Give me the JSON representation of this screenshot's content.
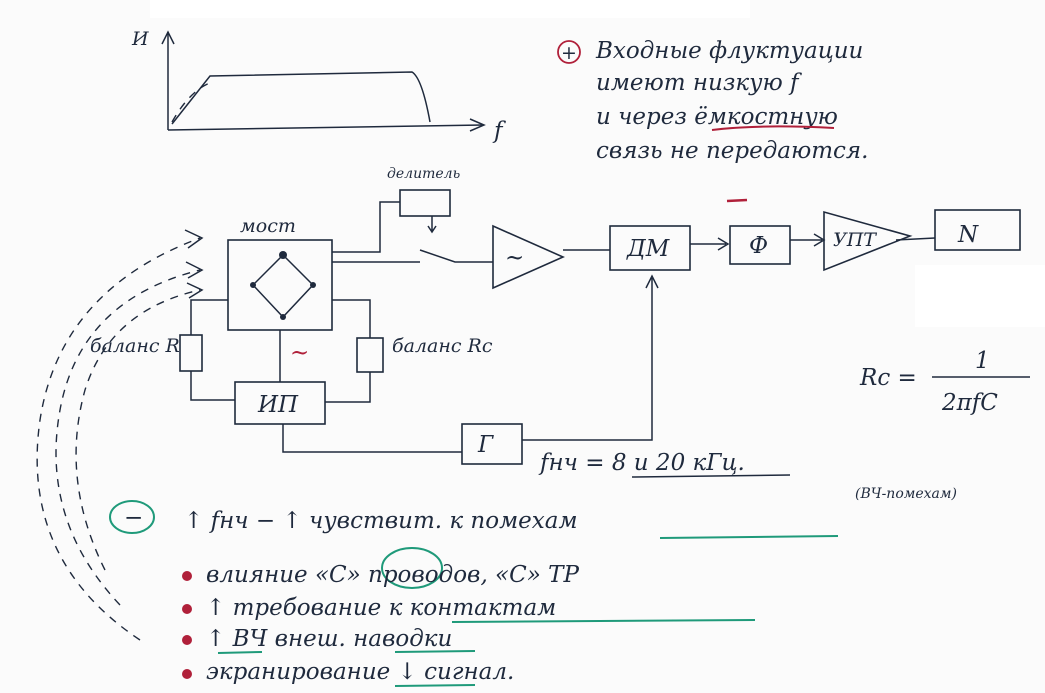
{
  "graph": {
    "y_axis_label": "И",
    "x_axis_label": "f"
  },
  "note_plus": {
    "marker": "+",
    "lines": [
      "Входные флуктуации",
      "имеют низкую f",
      "и через ёмкостную",
      "связь не передаются."
    ]
  },
  "blocks": {
    "bridge_label": "мост",
    "divider_label": "делитель",
    "amplifier_symbol": "~",
    "dm_label": "ДМ",
    "filter_label": "Ф",
    "upt_label": "УПТ",
    "meter_symbol": "N",
    "power_label": "ИП",
    "ac_symbol": "~",
    "generator_label": "Г",
    "balance_r_label": "баланс R",
    "balance_c_label": "баланс Rc"
  },
  "formulas": {
    "rc": "Rc = 1 / 2πfC",
    "fnch": "fнч = 8 и 20 кГц."
  },
  "minus_notes": {
    "marker": "−",
    "headline": "↑ fнч − ↑ чувствит. к помехам",
    "aside": "(ВЧ-помехам)",
    "bullets": [
      "влияние «С» проводов, «С» ТР",
      "↑ требование к контактам",
      "↑ ВЧ внеш. наводки",
      "экранирование ↓ сигнал."
    ]
  },
  "colors": {
    "ink": "#1f2a3d",
    "red": "#b0203a",
    "green": "#1f9a7a"
  }
}
